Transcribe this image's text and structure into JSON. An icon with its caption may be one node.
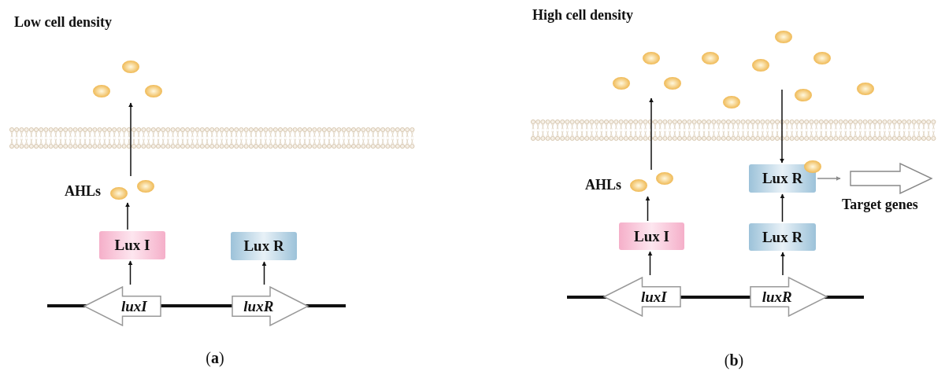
{
  "diagram": {
    "nodes": [
      {
        "text": [
          "AHLs"
        ]
      },
      {
        "text": [
          "Lux I"
        ]
      },
      {
        "text": [
          "Lux R"
        ]
      },
      {
        "text": [
          "luxI"
        ]
      },
      {
        "text": [
          "luxR"
        ]
      },
      {
        "text": [
          "AHLs"
        ]
      },
      {
        "text": [
          "Lux R"
        ]
      },
      {
        "text": [
          "Target genes"
        ]
      },
      {
        "text": [
          "Lux I"
        ]
      },
      {
        "text": [
          "Lux R"
        ]
      },
      {
        "text": [
          "luxI"
        ]
      },
      {
        "text": [
          "luxR"
        ]
      },
      {
        "text": [],
        "shape": "circle"
      },
      {
        "text": [],
        "shape": "circle"
      }
    ],
    "edges": [
      {
        "from": 3,
        "to": 1,
        "arrow": "to"
      },
      {
        "from": 4,
        "to": 2,
        "arrow": "to"
      },
      {
        "from": 1,
        "to": 0,
        "arrow": "to"
      },
      {
        "from": 0,
        "to": 12,
        "arrow": "to"
      },
      {
        "from": 10,
        "to": 8,
        "arrow": "to"
      },
      {
        "from": 11,
        "to": 9,
        "arrow": "to"
      },
      {
        "from": 8,
        "to": 5,
        "arrow": "to"
      },
      {
        "from": 5,
        "to": 13,
        "arrow": "to"
      },
      {
        "from": 9,
        "to": 6,
        "arrow": "to"
      },
      {
        "from": null,
        "to": 6,
        "arrow": "to"
      },
      {
        "from": 6,
        "to": 7,
        "arrow": "to",
        "color": "#8c8c8c"
      }
    ],
    "labels": [
      "Low cell density",
      "(**a**)",
      "High cell density",
      "(**b**)"
    ]
  }
}
